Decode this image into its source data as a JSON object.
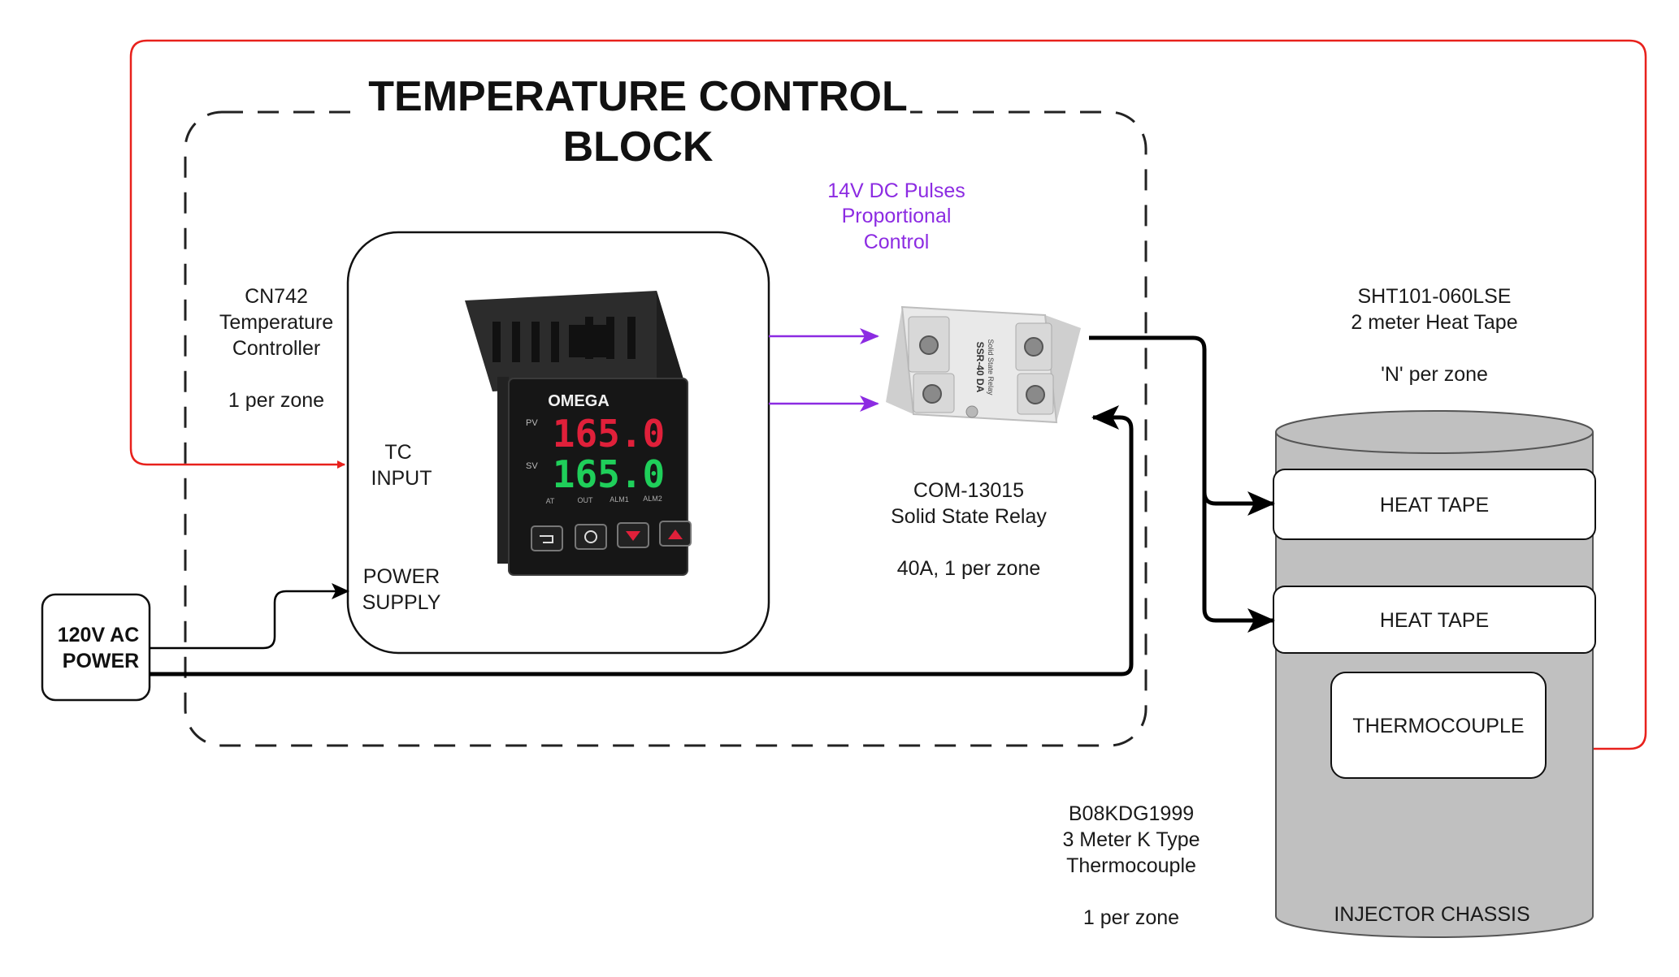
{
  "title": {
    "line1": "TEMPERATURE CONTROL",
    "line2": "BLOCK"
  },
  "controller": {
    "model": "CN742",
    "line2": "Temperature",
    "line3": "Controller",
    "qty": "1 per zone",
    "tc_input_1": "TC",
    "tc_input_2": "INPUT",
    "power_supply_1": "POWER",
    "power_supply_2": "SUPPLY",
    "brand": "OMEGA",
    "pv_label": "PV",
    "sv_label": "SV",
    "pv_value": "165.0",
    "sv_value": "165.0",
    "indicator_labels": [
      "AT",
      "OUT",
      "ALM1",
      "ALM2"
    ]
  },
  "signal": {
    "line1": "14V DC Pulses",
    "line2": "Proportional",
    "line3": "Control"
  },
  "relay": {
    "model": "COM-13015",
    "name": "Solid State Relay",
    "qty": "40A, 1 per zone",
    "face_text": "Solid State Relay",
    "face_model": "SSR-40 DA"
  },
  "power": {
    "line1": "120V AC",
    "line2": "POWER"
  },
  "heat_tape": {
    "model": "SHT101-060LSE",
    "name": "2 meter Heat Tape",
    "qty": "'N' per zone",
    "label_1": "HEAT TAPE",
    "label_2": "HEAT TAPE"
  },
  "thermocouple": {
    "label": "THERMOCOUPLE",
    "model": "B08KDG1999",
    "name": "3 Meter K Type",
    "name2": "Thermocouple",
    "qty": "1 per zone"
  },
  "chassis": {
    "label": "INJECTOR CHASSIS"
  },
  "colors": {
    "feedback_wire": "#e8211c",
    "signal_wire": "#8c2be2",
    "power_wire": "#000000",
    "chassis_fill": "#c0c0c0",
    "led_red": "#e0203a",
    "led_green": "#1fcf5a"
  }
}
